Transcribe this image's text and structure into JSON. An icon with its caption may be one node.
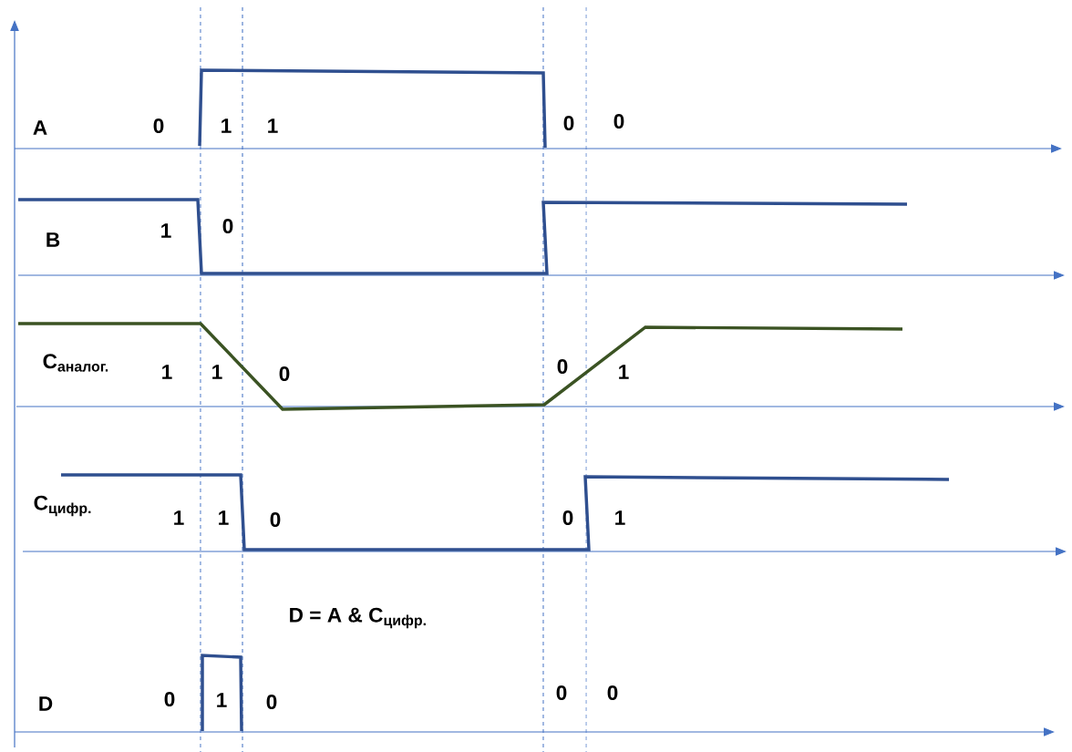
{
  "diagram": {
    "labels": [
      "A",
      "0",
      "1",
      "1",
      "0",
      "0",
      "B",
      "1",
      "0",
      "C$_{аналог.}$",
      "1",
      "1",
      "0",
      "0",
      "1",
      "C$_{цифр.}$",
      "1",
      "1",
      "0",
      "0",
      "1",
      "D = A & C$_{цифр.}$",
      "D",
      "0",
      "1",
      "0",
      "0",
      "0"
    ]
  }
}
